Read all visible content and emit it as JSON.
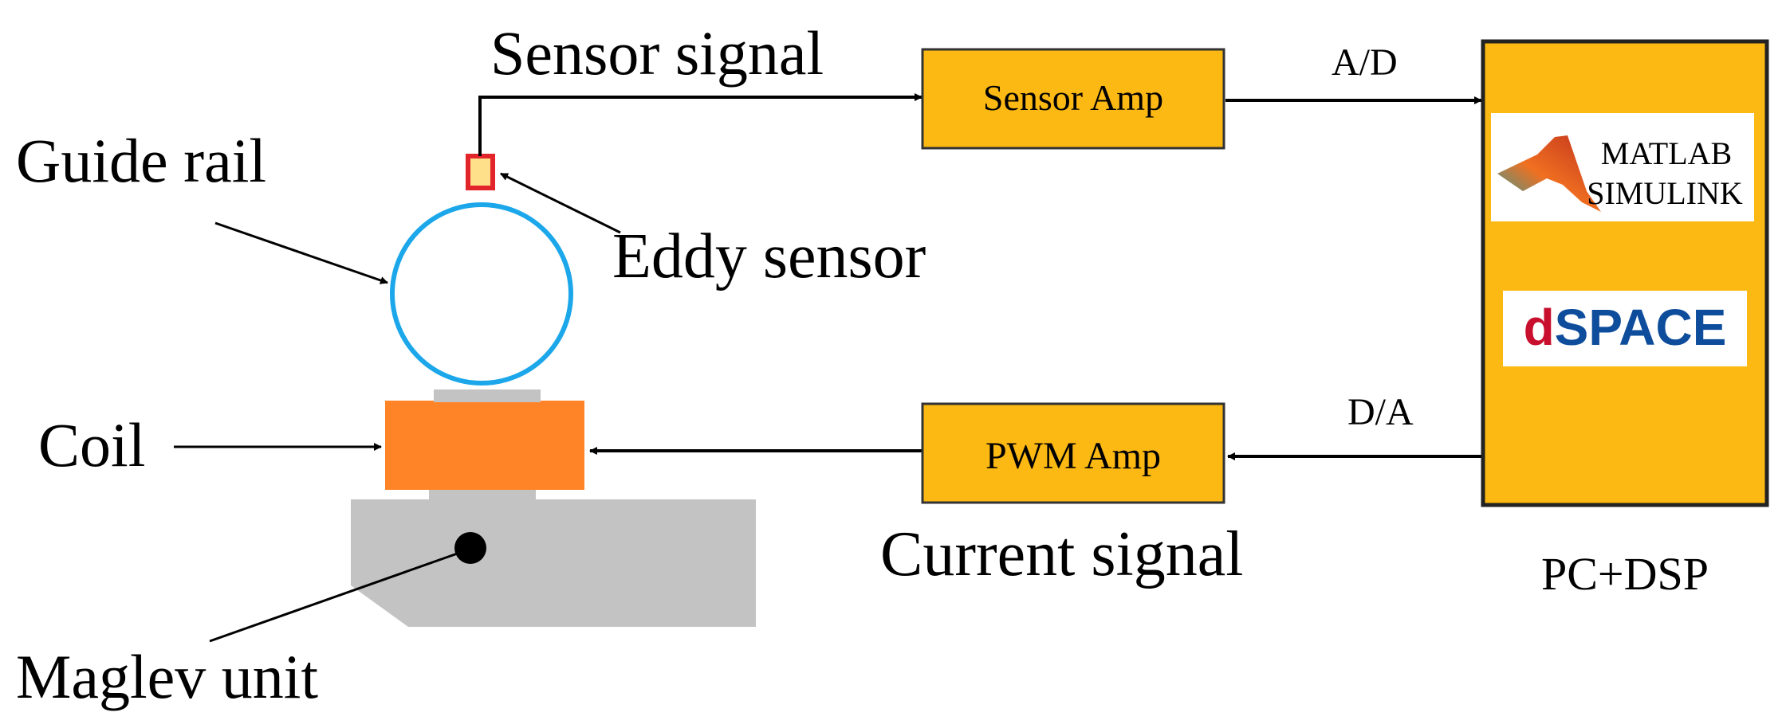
{
  "labels": {
    "sensor_signal": "Sensor signal",
    "guide_rail": "Guide rail",
    "eddy_sensor": "Eddy sensor",
    "coil": "Coil",
    "maglev_unit": "Maglev unit",
    "current_signal": "Current signal",
    "ad": "A/D",
    "da": "D/A",
    "pc_dsp": "PC+DSP"
  },
  "blocks": {
    "sensor_amp": "Sensor Amp",
    "pwm_amp": "PWM Amp"
  },
  "logos": {
    "matlab_line1": "MATLAB",
    "matlab_line2": "SIMULINK",
    "dspace_prefix": "d",
    "dspace_main": "SPACE"
  },
  "colors": {
    "amp_fill": "#FDB913",
    "pc_fill": "#FDB913",
    "coil_fill": "#FF8427",
    "rail_stroke": "#1BA7EA",
    "sensor_fill": "#FFE08A",
    "sensor_stroke": "#E1252B",
    "maglev_fill": "#C3C3C3",
    "dspace_d": "#C8102E",
    "dspace_text": "#0E4C9C"
  }
}
